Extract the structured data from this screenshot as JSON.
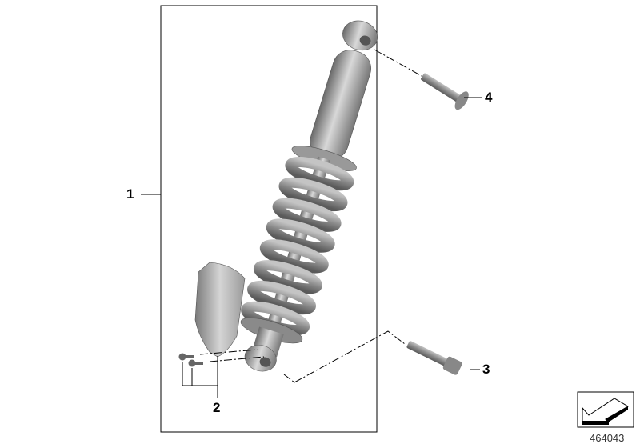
{
  "diagram": {
    "callouts": [
      {
        "number": "1",
        "part": "shock-absorber"
      },
      {
        "number": "2",
        "part": "cover-with-screws"
      },
      {
        "number": "3",
        "part": "lower-bolt"
      },
      {
        "number": "4",
        "part": "upper-bolt"
      }
    ],
    "diagram_code": "464043",
    "colors": {
      "metal": "#8c8c8c",
      "line": "#000000",
      "background": "#ffffff"
    }
  }
}
